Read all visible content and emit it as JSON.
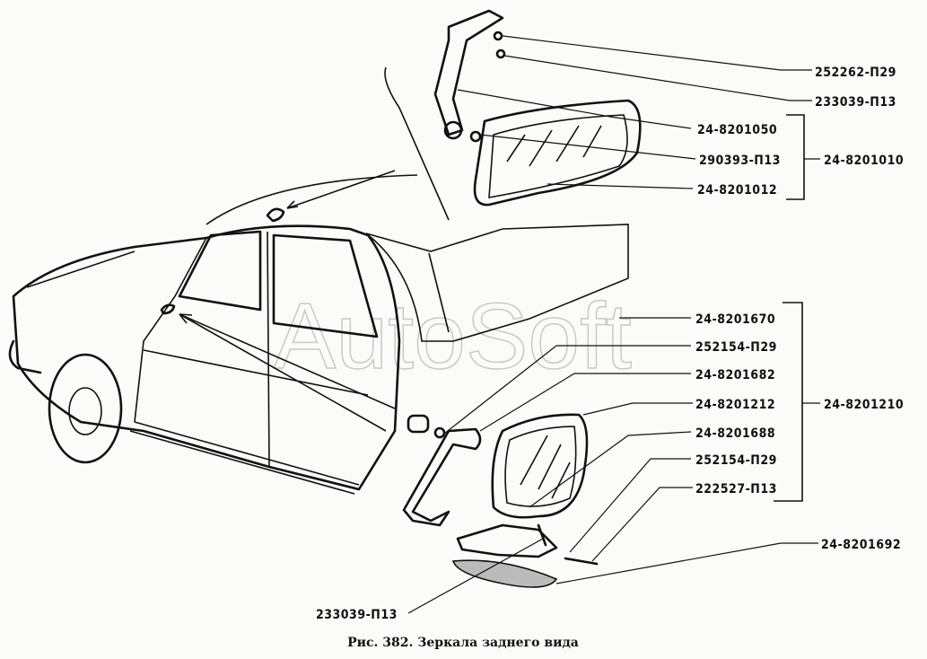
{
  "watermark": "AutoSoft",
  "caption": "Рис. 382. Зеркала заднего вида",
  "interior_mirror": {
    "labels": [
      "252262-П29",
      "233039-П13",
      "24-8201050",
      "290393-П13",
      "24-8201012"
    ],
    "assembly": "24-8201010"
  },
  "exterior_mirror": {
    "labels": [
      "24-8201670",
      "252154-П29",
      "24-8201682",
      "24-8201212",
      "24-8201688",
      "252154-П29",
      "222527-П13"
    ],
    "assembly": "24-8201210"
  },
  "gasket_label": "24-8201692",
  "bottom_screw_label": "233039-П13"
}
